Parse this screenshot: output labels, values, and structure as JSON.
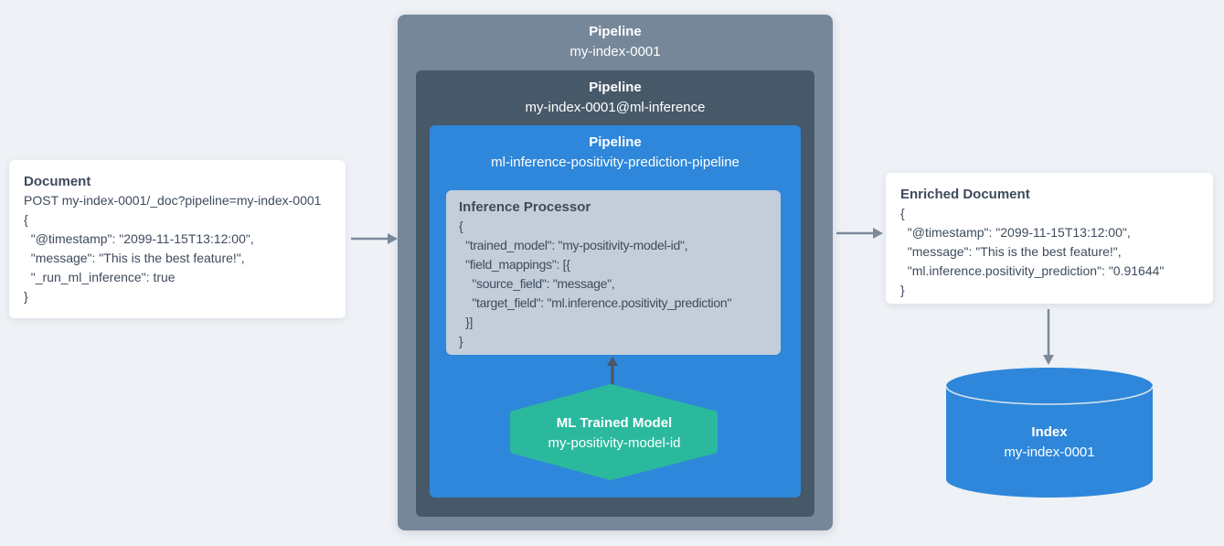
{
  "document_card": {
    "title": "Document",
    "lines": [
      "POST my-index-0001/_doc?pipeline=my-index-0001",
      "{",
      "  \"@timestamp\": \"2099-11-15T13:12:00\",",
      "  \"message\": \"This is the best feature!\",",
      "  \"_run_ml_inference\": true",
      "}"
    ]
  },
  "outer_pipeline": {
    "title": "Pipeline",
    "name": "my-index-0001"
  },
  "inference_pipeline": {
    "title": "Pipeline",
    "name": "my-index-0001@ml-inference"
  },
  "ml_pipeline": {
    "title": "Pipeline",
    "name": "ml-inference-positivity-prediction-pipeline"
  },
  "inference_processor": {
    "title": "Inference Processor",
    "lines": [
      "{",
      "  \"trained_model\": \"my-positivity-model-id\",",
      "  \"field_mappings\": [{",
      "    \"source_field\": \"message\",",
      "    \"target_field\": \"ml.inference.positivity_prediction\"",
      "  }]",
      "}"
    ]
  },
  "ml_model": {
    "title": "ML Trained Model",
    "name": "my-positivity-model-id"
  },
  "enriched_card": {
    "title": "Enriched Document",
    "lines": [
      "{",
      "  \"@timestamp\": \"2099-11-15T13:12:00\",",
      "  \"message\": \"This is the best feature!\",",
      "  \"ml.inference.positivity_prediction\": \"0.91644\"",
      "}"
    ]
  },
  "index": {
    "title": "Index",
    "name": "my-index-0001"
  },
  "colors": {
    "bg": "#eef1f5",
    "outer": "#76879a",
    "dark": "#475869",
    "blue": "#2e87da",
    "processor": "#c3ceda",
    "green": "#2bb99e",
    "textdark": "#3e4b5c",
    "arrow": "#7b8a9a",
    "arrowdark": "#4a5663",
    "lidline": "#d9e4ee"
  }
}
